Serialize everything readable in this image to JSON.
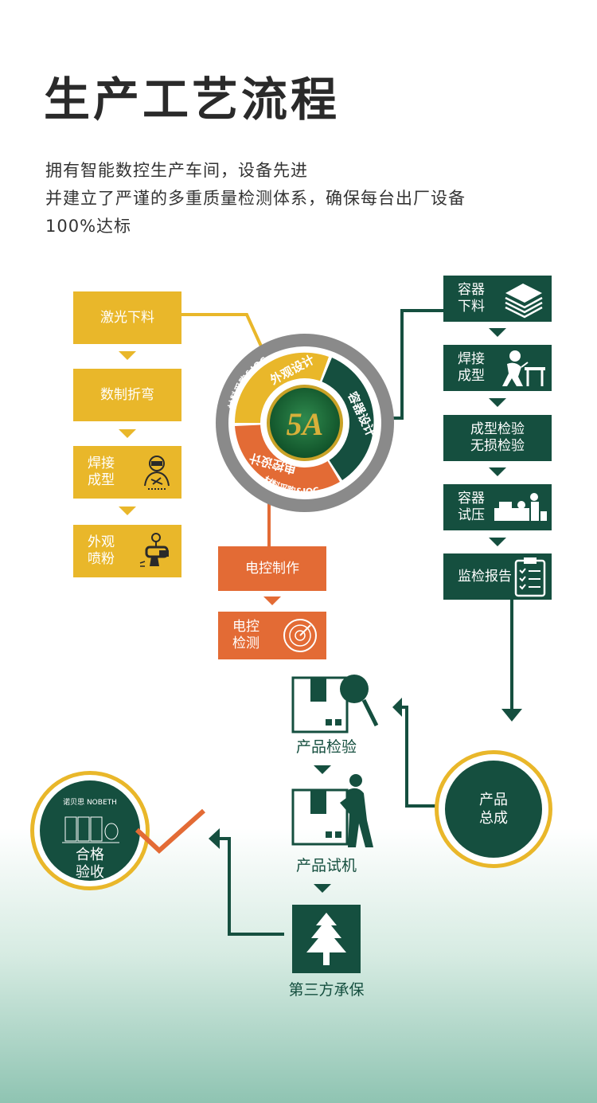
{
  "title": "生产工艺流程",
  "intro": [
    "拥有智能数控生产车间，设备先进",
    "并建立了严谨的多重质量检测体系，确保每台出厂设备",
    "100%达标"
  ],
  "colors": {
    "yellow": "#e9b72a",
    "green": "#154f3f",
    "orange": "#e36b35",
    "gray": "#8a8a8a"
  },
  "left_steps": [
    {
      "label": "激光下料"
    },
    {
      "label": "数制折弯"
    },
    {
      "label": "焊接\n成型",
      "icon": "welder-icon"
    },
    {
      "label": "外观\n喷粉",
      "icon": "spray-gun-icon"
    }
  ],
  "center": {
    "segments": [
      "外观设计",
      "容器设计",
      "电控设计"
    ],
    "ring_text": "材料采购&IQC",
    "logo_text": "5A"
  },
  "elec_steps": [
    {
      "label": "电控制作"
    },
    {
      "label": "电控\n检测",
      "icon": "radar-icon"
    }
  ],
  "right_steps": [
    {
      "label": "容器\n下料",
      "icon": "sheet-stack-icon"
    },
    {
      "label": "焊接\n成型",
      "icon": "welding-worker-icon"
    },
    {
      "label": "成型检验\n无损检验"
    },
    {
      "label": "容器\n试压",
      "icon": "pressure-machine-icon"
    },
    {
      "label": "监检报告",
      "icon": "clipboard-icon"
    }
  ],
  "bottom": {
    "assembly": "产品\n总成",
    "inspect": "产品检验",
    "trial": "产品试机",
    "insure": "第三方承保",
    "accept": "合格\n验收",
    "brand": "诺贝思 NOBETH"
  }
}
